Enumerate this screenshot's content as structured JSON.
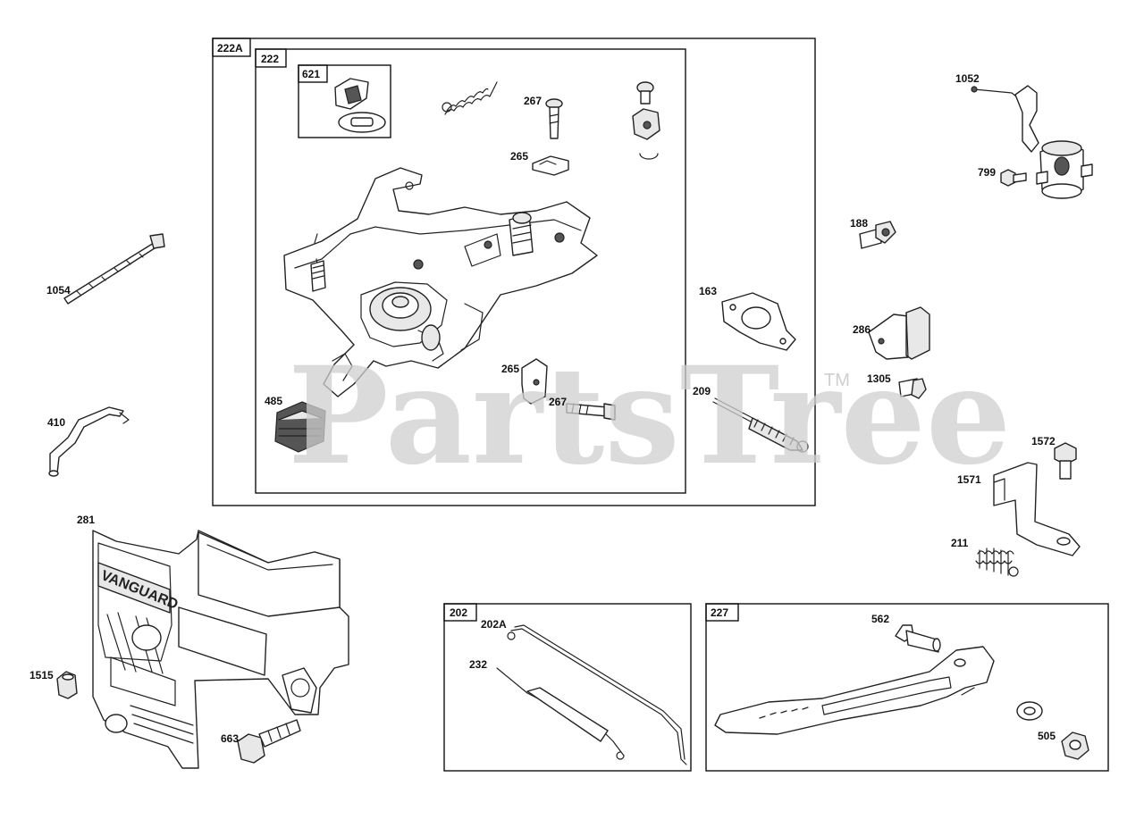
{
  "watermark": {
    "text": "PartsTree",
    "trademark": "TM",
    "color": "#cfcfcf"
  },
  "boxes": [
    {
      "id": "222A",
      "label": "222A"
    },
    {
      "id": "222",
      "label": "222"
    },
    {
      "id": "621",
      "label": "621"
    },
    {
      "id": "202",
      "label": "202"
    },
    {
      "id": "227",
      "label": "227"
    }
  ],
  "callouts": [
    {
      "id": "c267a",
      "text": "267"
    },
    {
      "id": "c265a",
      "text": "265"
    },
    {
      "id": "c265b",
      "text": "265"
    },
    {
      "id": "c267b",
      "text": "267"
    },
    {
      "id": "c485",
      "text": "485"
    },
    {
      "id": "c163",
      "text": "163"
    },
    {
      "id": "c209",
      "text": "209"
    },
    {
      "id": "c1052",
      "text": "1052"
    },
    {
      "id": "c799",
      "text": "799"
    },
    {
      "id": "c188",
      "text": "188"
    },
    {
      "id": "c286",
      "text": "286"
    },
    {
      "id": "c1305",
      "text": "1305"
    },
    {
      "id": "c1572",
      "text": "1572"
    },
    {
      "id": "c1571",
      "text": "1571"
    },
    {
      "id": "c211",
      "text": "211"
    },
    {
      "id": "c1054",
      "text": "1054"
    },
    {
      "id": "c410",
      "text": "410"
    },
    {
      "id": "c281",
      "text": "281"
    },
    {
      "id": "c1515",
      "text": "1515"
    },
    {
      "id": "c663",
      "text": "663"
    },
    {
      "id": "c202A",
      "text": "202A"
    },
    {
      "id": "c232",
      "text": "232"
    },
    {
      "id": "c562",
      "text": "562"
    },
    {
      "id": "c505",
      "text": "505"
    }
  ],
  "emblem": {
    "brand_text": "VANGUARD"
  }
}
